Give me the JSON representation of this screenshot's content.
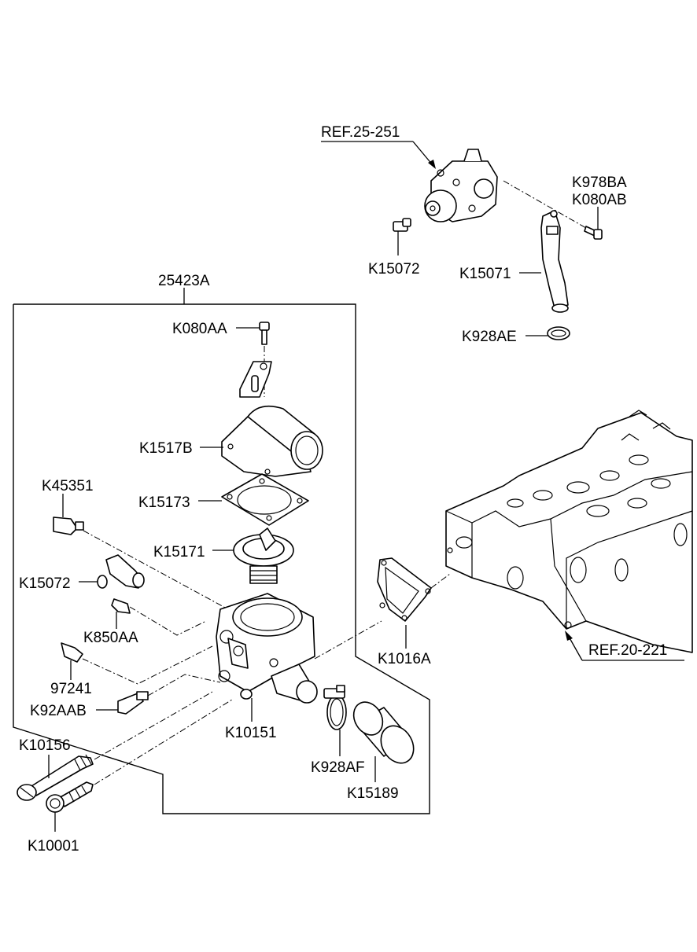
{
  "labels": {
    "ref_25_251": "REF.25-251",
    "k978ba": "K978BA",
    "k080ab": "K080AB",
    "k15072_top": "K15072",
    "k15071": "K15071",
    "k928ae": "K928AE",
    "assy_25423a": "25423A",
    "k080aa": "K080AA",
    "k1517b": "K1517B",
    "k15173": "K15173",
    "k45351": "K45351",
    "k15171": "K15171",
    "k15072_mid": "K15072",
    "k850aa": "K850AA",
    "p97241": "97241",
    "k92aab": "K92AAB",
    "k10151": "K10151",
    "k1016a": "K1016A",
    "ref_20_221": "REF.20-221",
    "k10156": "K10156",
    "k928af": "K928AF",
    "k15189": "K15189",
    "k10001": "K10001"
  }
}
